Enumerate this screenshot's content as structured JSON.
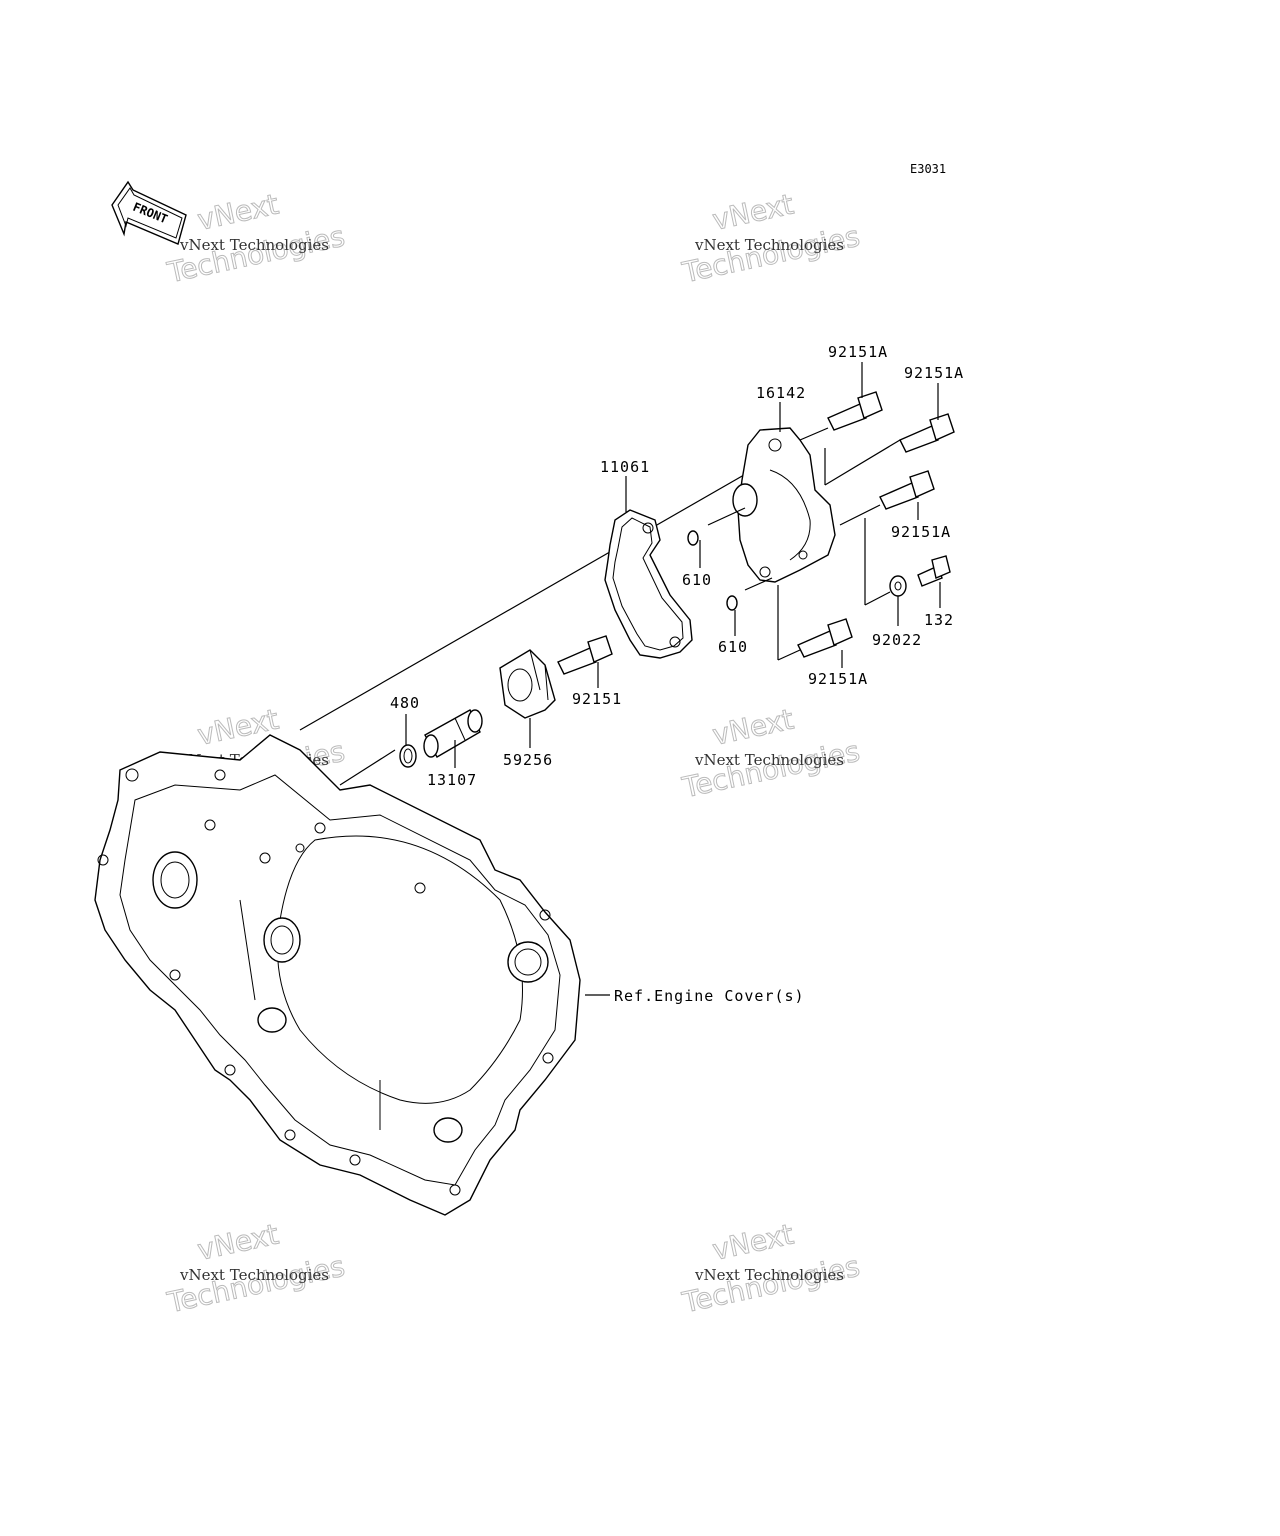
{
  "diagram_code": "E3031",
  "front_label": "FRONT",
  "watermark": {
    "line1": "vNext Technologies",
    "line2": "vNext",
    "line3": "Technologies"
  },
  "parts": [
    {
      "id": "p1",
      "label": "92151A"
    },
    {
      "id": "p2",
      "label": "92151A"
    },
    {
      "id": "p3",
      "label": "16142"
    },
    {
      "id": "p4",
      "label": "11061"
    },
    {
      "id": "p5",
      "label": "92151A"
    },
    {
      "id": "p6",
      "label": "610"
    },
    {
      "id": "p7",
      "label": "132"
    },
    {
      "id": "p8",
      "label": "92022"
    },
    {
      "id": "p9",
      "label": "610"
    },
    {
      "id": "p10",
      "label": "92151A"
    },
    {
      "id": "p11",
      "label": "92151"
    },
    {
      "id": "p12",
      "label": "480"
    },
    {
      "id": "p13",
      "label": "59256"
    },
    {
      "id": "p14",
      "label": "13107"
    }
  ],
  "reference_label": "Ref.Engine Cover(s)"
}
